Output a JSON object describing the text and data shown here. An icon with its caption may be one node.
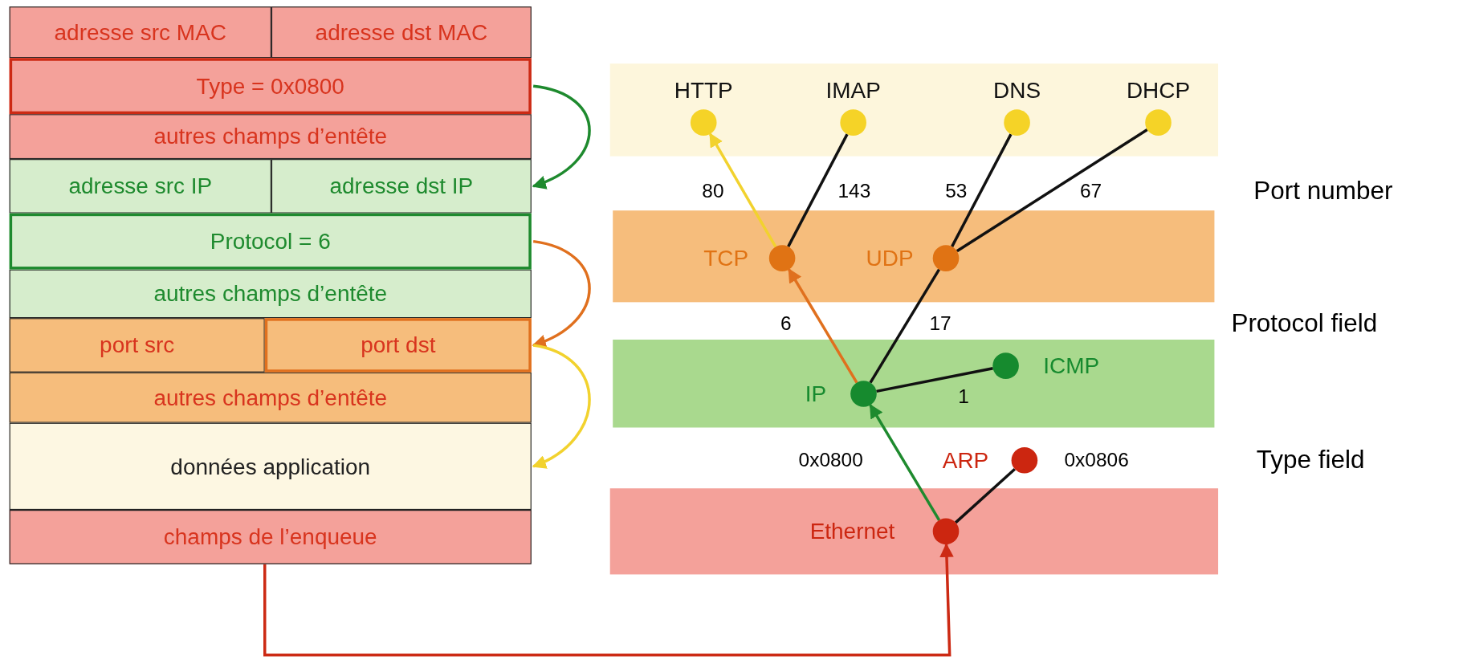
{
  "diagram": {
    "nodes": [
      {
        "text": [
          "adresse src MAC"
        ]
      },
      {
        "text": [
          "adresse dst MAC"
        ]
      },
      {
        "text": [
          "Type = 0x0800"
        ]
      },
      {
        "text": [
          "autres champs d’entête"
        ]
      },
      {
        "text": [
          "adresse src IP"
        ]
      },
      {
        "text": [
          "adresse dst IP"
        ]
      },
      {
        "text": [
          "Protocol = 6"
        ]
      },
      {
        "text": [
          "autres champs d’entête"
        ]
      },
      {
        "text": [
          "port src"
        ]
      },
      {
        "text": [
          "port dst"
        ]
      },
      {
        "text": [
          "autres champs d’entête"
        ]
      },
      {
        "text": [
          "données application"
        ]
      },
      {
        "text": [
          "champs de l’enqueue"
        ]
      },
      {
        "text": [],
        "shape": "box"
      },
      {
        "text": [
          "HTTP"
        ],
        "in": 13
      },
      {
        "text": [
          "IMAP"
        ],
        "in": 13
      },
      {
        "text": [
          "DNS"
        ],
        "in": 13
      },
      {
        "text": [
          "DHCP"
        ],
        "in": 13
      },
      {
        "text": [],
        "shape": "box"
      },
      {
        "text": [
          "TCP"
        ],
        "in": 18
      },
      {
        "text": [
          "UDP"
        ],
        "in": 18
      },
      {
        "text": [],
        "shape": "box"
      },
      {
        "text": [
          "IP"
        ],
        "in": 21
      },
      {
        "text": [
          "ICMP"
        ],
        "in": 21
      },
      {
        "text": [
          "ARP"
        ]
      },
      {
        "text": [],
        "shape": "box"
      },
      {
        "text": [
          "Ethernet"
        ],
        "in": 25
      }
    ],
    "edges": [
      {
        "from": 2,
        "to": 5,
        "arrow": "to",
        "color": "#1e8a2e"
      },
      {
        "from": 6,
        "to": 9,
        "arrow": "to",
        "color": "#e0701e"
      },
      {
        "from": 9,
        "to": 11,
        "arrow": "to",
        "color": "#f2d22e"
      },
      {
        "from": 12,
        "to": 26,
        "arrow": "to",
        "color": "#cc2a14"
      },
      {
        "from": 26,
        "to": 22,
        "arrow": "to",
        "label": "0x0800",
        "color": "#1e8a2e"
      },
      {
        "from": 26,
        "to": 24,
        "arrow": "none",
        "label": "0x0806",
        "color": "#111111"
      },
      {
        "from": 22,
        "to": 19,
        "arrow": "to",
        "label": "6",
        "color": "#e0701e"
      },
      {
        "from": 22,
        "to": 20,
        "arrow": "none",
        "label": "17",
        "color": "#111111"
      },
      {
        "from": 22,
        "to": 23,
        "arrow": "none",
        "label": "1",
        "color": "#111111"
      },
      {
        "from": 19,
        "to": 14,
        "arrow": "to",
        "label": "80",
        "color": "#f2d22e"
      },
      {
        "from": 19,
        "to": 15,
        "arrow": "none",
        "label": "143",
        "color": "#111111"
      },
      {
        "from": 20,
        "to": 16,
        "arrow": "none",
        "label": "53",
        "color": "#111111"
      },
      {
        "from": 20,
        "to": 17,
        "arrow": "none",
        "label": "67",
        "color": "#111111"
      }
    ],
    "labels": [
      "Port number",
      "Protocol field",
      "Type field"
    ]
  }
}
